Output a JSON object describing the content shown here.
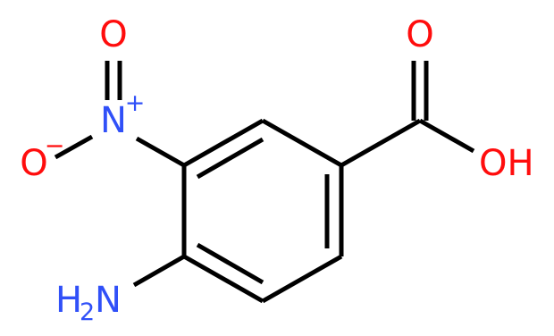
{
  "molecule": {
    "atoms": {
      "top_o": {
        "symbol": "O",
        "color": "#ff0d0d"
      },
      "nitro_n": {
        "symbol": "N",
        "charge": "+",
        "color": "#3050f8"
      },
      "nitro_o": {
        "symbol": "O",
        "charge": "−",
        "color": "#ff0d0d"
      },
      "carbonyl_o": {
        "symbol": "O",
        "color": "#ff0d0d"
      },
      "hydroxyl": {
        "symbol": "OH",
        "color": "#ff0d0d"
      },
      "amino_h": {
        "symbol": "H",
        "subscript": "2",
        "color": "#3050f8"
      },
      "amino_n": {
        "symbol": "N",
        "color": "#3050f8"
      }
    },
    "bond_color": "#000000"
  }
}
